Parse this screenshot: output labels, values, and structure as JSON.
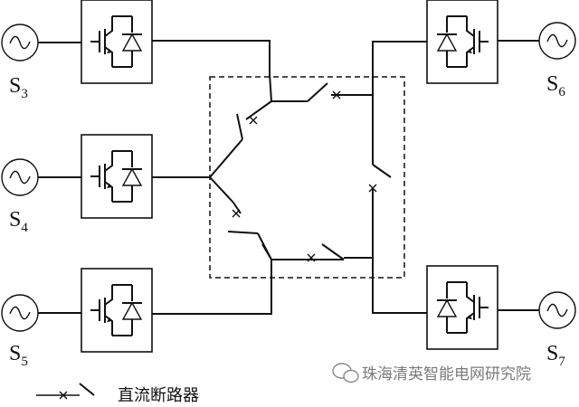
{
  "sources": {
    "s3": {
      "letter": "S",
      "sub": "3"
    },
    "s4": {
      "letter": "S",
      "sub": "4"
    },
    "s5": {
      "letter": "S",
      "sub": "5"
    },
    "s6": {
      "letter": "S",
      "sub": "6"
    },
    "s7": {
      "letter": "S",
      "sub": "7"
    }
  },
  "legend": {
    "label": "直流断路器"
  },
  "watermark": {
    "text": "珠海清英智能电网研究院"
  }
}
